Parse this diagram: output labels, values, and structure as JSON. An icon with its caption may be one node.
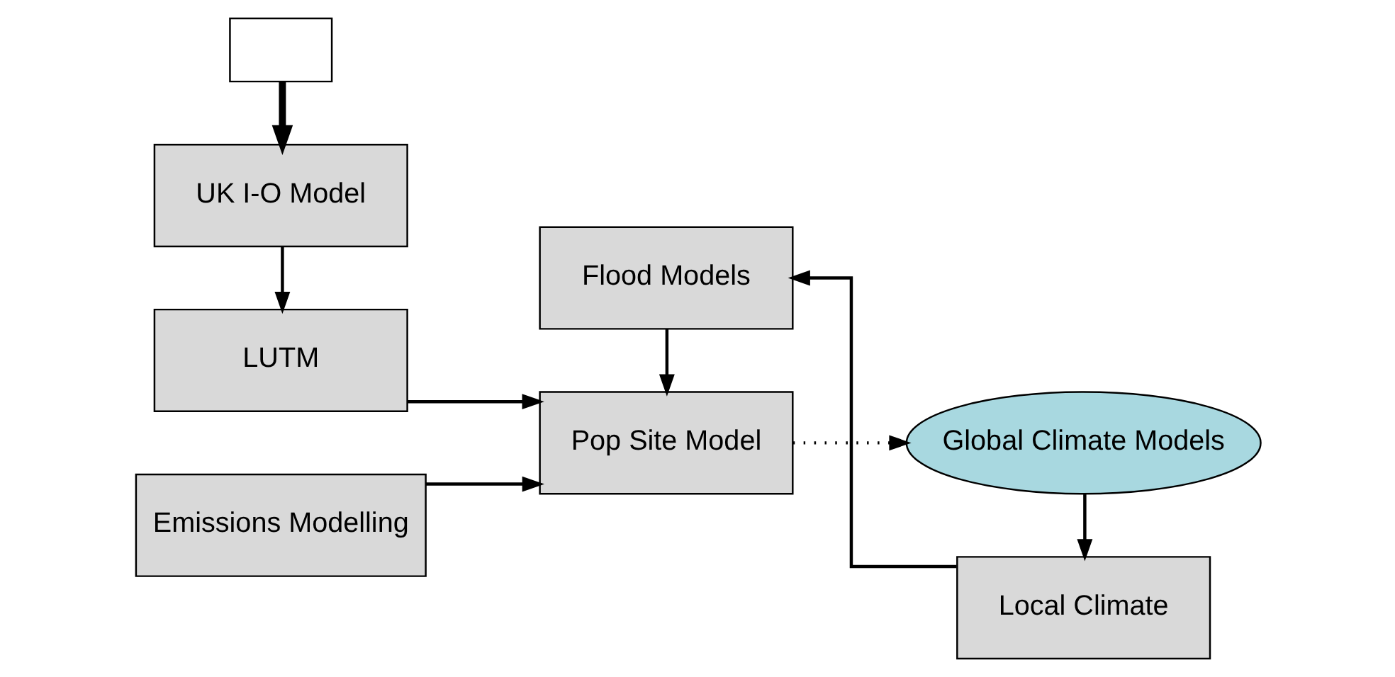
{
  "diagram": {
    "nodes": [
      {
        "text": [],
        "shape": "box"
      },
      {
        "text": [
          "UK I-O Model"
        ]
      },
      {
        "text": [
          "LUTM"
        ]
      },
      {
        "text": [
          "Emissions Modelling"
        ]
      },
      {
        "text": [
          "Pop Site Model"
        ]
      },
      {
        "text": [
          "Global Climate Models"
        ]
      },
      {
        "text": [
          "Flood Models"
        ]
      },
      {
        "text": [
          "Local Climate"
        ]
      }
    ],
    "edges": [
      {
        "from": 0,
        "to": 1,
        "arrow": "to",
        "style": "thick"
      },
      {
        "from": 1,
        "to": 2,
        "arrow": "to"
      },
      {
        "from": 2,
        "to": 4,
        "arrow": "to"
      },
      {
        "from": 3,
        "to": 4,
        "arrow": "to"
      },
      {
        "from": 4,
        "to": 5,
        "arrow": "to",
        "style": "dashed"
      },
      {
        "from": 5,
        "to": 7,
        "arrow": "to"
      },
      {
        "from": 7,
        "to": 6,
        "arrow": "to"
      },
      {
        "from": 6,
        "to": 4,
        "arrow": "to"
      }
    ]
  }
}
